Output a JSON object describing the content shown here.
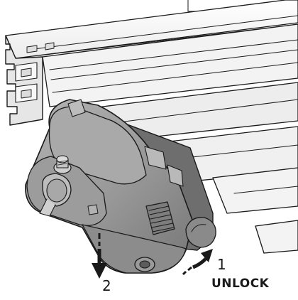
{
  "steps": {
    "step_1_number": "1",
    "step_1_text": "UNLOCK",
    "step_2_number": "2"
  },
  "colors": {
    "rail_fill": "#f2f2f2",
    "rail_shadow": "#d8d8d8",
    "adapter_light": "#a5a5a5",
    "adapter_mid": "#8f8f8f",
    "adapter_dark": "#6a6a6a",
    "outline": "#1a1a1a",
    "arrow": "#1a1a1a",
    "background": "#ffffff"
  },
  "icons": {
    "unlock_arrow": "curved-up-arrow-icon",
    "push_arrow": "down-arrow-icon"
  }
}
